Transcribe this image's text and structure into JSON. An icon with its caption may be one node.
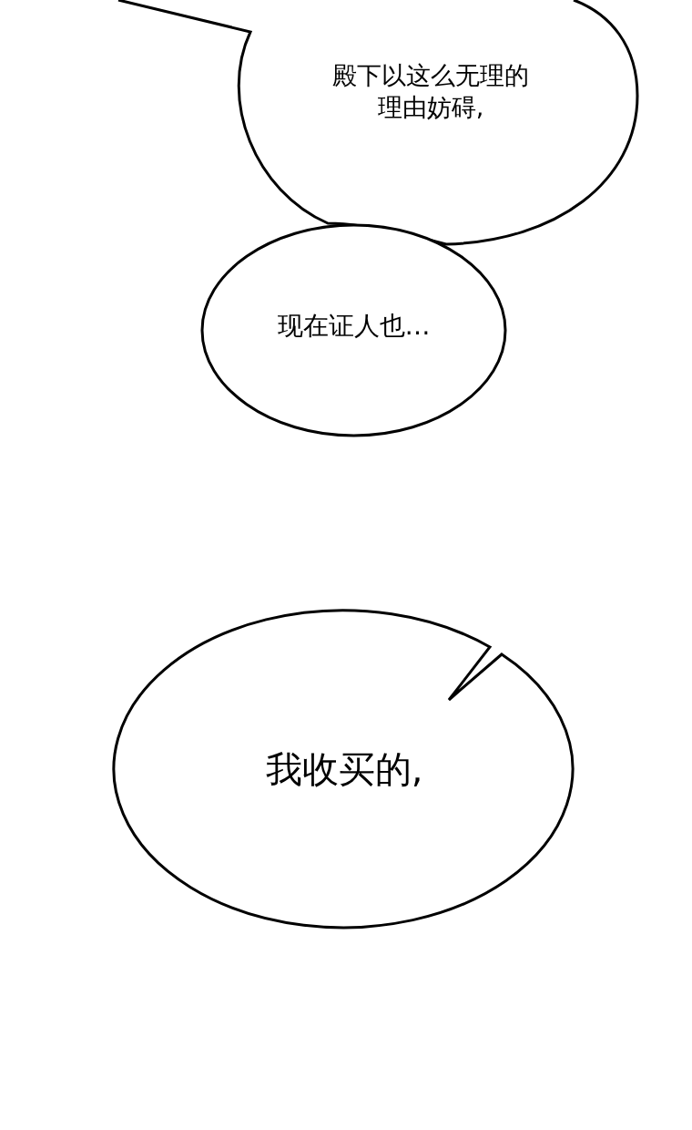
{
  "diagram": {
    "nodes": [
      {
        "text": [
          "殿下以这么无理的理由妨碍,"
        ]
      },
      {
        "text": [
          "现在证人也…"
        ]
      },
      {
        "text": [
          "我收买的,"
        ]
      }
    ]
  }
}
